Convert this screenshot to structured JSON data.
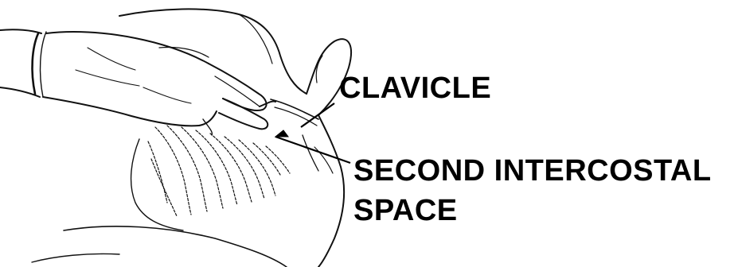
{
  "labels": {
    "clavicle": "CLAVICLE",
    "intercostal_line1": "SECOND INTERCOSTAL",
    "intercostal_line2": "SPACE"
  },
  "colors": {
    "ink": "#111111",
    "background": "#ffffff"
  }
}
